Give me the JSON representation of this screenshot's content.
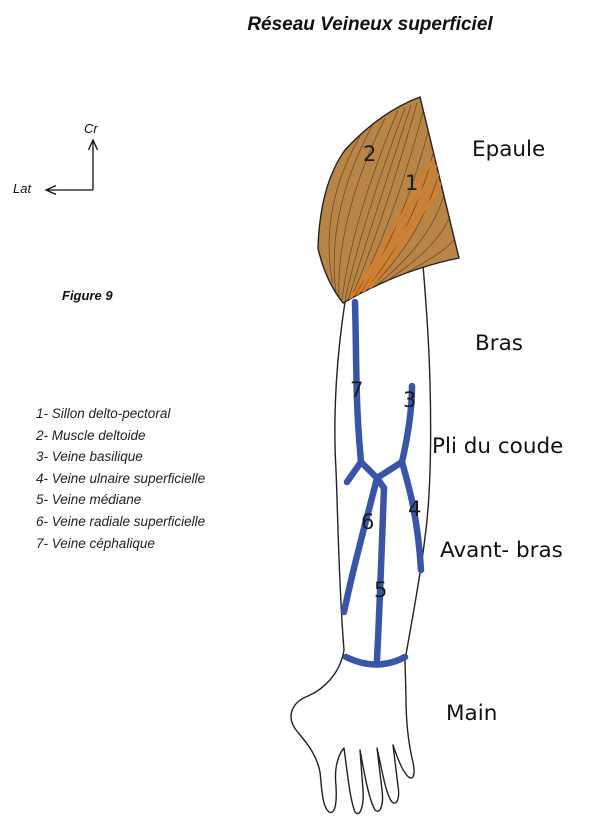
{
  "title": "Réseau Veineux superficiel",
  "figure_label": "Figure 9",
  "compass": {
    "up": "Cr",
    "left": "Lat"
  },
  "regions": {
    "epaule": "Epaule",
    "bras": "Bras",
    "pli_du_coude": "Pli du coude",
    "avant_bras": "Avant- bras",
    "main": "Main"
  },
  "numbers": [
    "1",
    "2",
    "3",
    "4",
    "5",
    "6",
    "7"
  ],
  "legend": [
    "1- Sillon delto-pectoral",
    "2- Muscle deltoide",
    "3- Veine basilique",
    "4- Veine ulnaire superficielle",
    "5- Veine médiane",
    "6- Veine radiale superficielle",
    "7- Veine céphalique"
  ],
  "colors": {
    "vein": "#3a55a8",
    "muscle": "#b88547",
    "groove": "#e87a1a",
    "outline": "#222222"
  }
}
